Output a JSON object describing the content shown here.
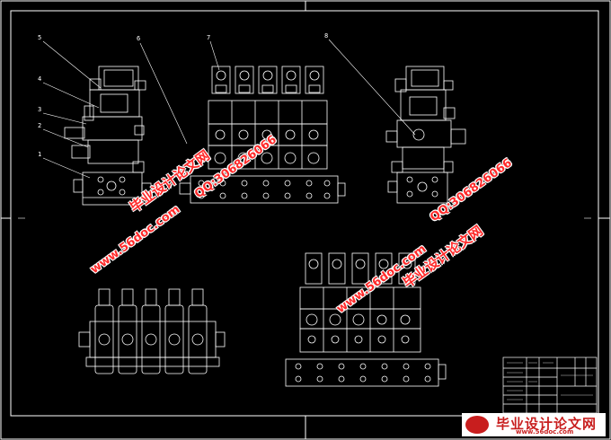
{
  "callouts": {
    "c1": "1",
    "c2": "2",
    "c3": "3",
    "c4": "4",
    "c5": "5",
    "c6": "6",
    "c7": "7",
    "c8": "8"
  },
  "watermark": {
    "site_cn": "毕业设计论文网",
    "site_url": "www.56doc.com",
    "qq": "QQ:306826066"
  },
  "footer_logo": {
    "cn": "毕业设计论文网",
    "url": "www.56doc.com"
  },
  "colors": {
    "background": "#000000",
    "line": "#ffffff",
    "watermark": "#ff2a2a"
  }
}
